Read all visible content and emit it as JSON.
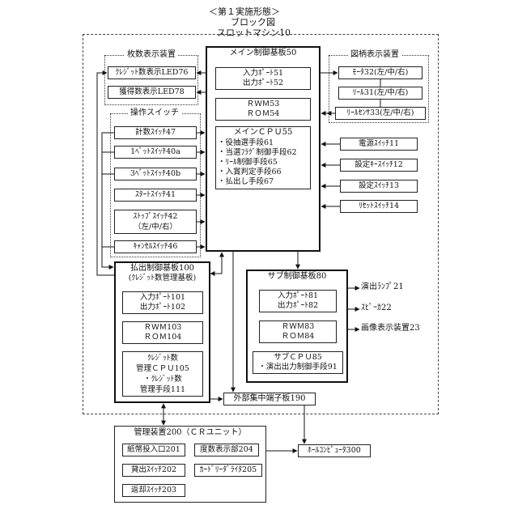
{
  "header": {
    "line1": "＜第１実施形態＞",
    "line2": "ブロック図",
    "line3": "スロットマシン10"
  },
  "count_display": {
    "title": "枚数表示装置",
    "credit_led": "ｸﾚｼﾞｯﾄ数表示LED76",
    "win_led": "獲得数表示LED78"
  },
  "switches": {
    "title": "操作スイッチ",
    "items": [
      "計数ｽｲｯﾁ47",
      "1ﾍﾞｯﾄｽｲｯﾁ40a",
      "3ﾍﾞｯﾄｽｲｯﾁ40b",
      "ｽﾀｰﾄｽｲｯﾁ41",
      "ｽﾄｯﾌﾟｽｲｯﾁ42",
      "（左/中/右）",
      "ｷｬﾝｾﾙｽｲｯﾁ46"
    ]
  },
  "main_board": {
    "title": "メイン制御基板50",
    "in_port": "入力ﾎﾟｰﾄ51",
    "out_port": "出力ﾎﾟｰﾄ52",
    "rwm": "ＲＷＭ53",
    "rom": "ＲＯＭ54",
    "cpu": "メインＣＰＵ55",
    "means": [
      "・役抽選手段61",
      "・当選ﾌﾗｸﾞ制御手段62",
      "・ﾘｰﾙ制御手段65",
      "・入賞判定手段66",
      "・払出し手段67"
    ]
  },
  "reel_display": {
    "title": "図柄表示装置",
    "motor": "ﾓｰﾀ32(左/中/右)",
    "reel": "ﾘｰﾙ31(左/中/右)",
    "sensor": "ﾘｰﾙｾﾝｻ33(左/中/右)"
  },
  "right_switches": [
    "電源ｽｲｯﾁ11",
    "設定ｷｰｽｲｯﾁ12",
    "設定ｽｲｯﾁ13",
    "ﾘｾｯﾄｽｲｯﾁ14"
  ],
  "payout_board": {
    "title": "払出制御基板100",
    "subtitle": "(ｸﾚｼﾞｯﾄ数管理基板)",
    "in_port": "入力ﾎﾟｰﾄ101",
    "out_port": "出力ﾎﾟｰﾄ102",
    "rwm": "ＲＷＭ103",
    "rom": "ＲＯＭ104",
    "cpu_l1": "ｸﾚｼﾞｯﾄ数",
    "cpu_l2": "管理ＣＰＵ105",
    "cpu_l3": "・ｸﾚｼﾞｯﾄ数",
    "cpu_l4": "管理手段111"
  },
  "sub_board": {
    "title": "サブ制御基板80",
    "in_port": "入力ﾎﾟｰﾄ81",
    "out_port": "出力ﾎﾟｰﾄ82",
    "rwm": "ＲＷＭ83",
    "rom": "ＲＯＭ84",
    "cpu": "サブＣＰＵ85",
    "means": "・演出出力制御手段91"
  },
  "sub_outputs": [
    "演出ﾗﾝﾌﾟ21",
    "ｽﾋﾟｰｶ22",
    "画像表示装置23"
  ],
  "terminal": "外部集中端子板190",
  "mgmt": {
    "title": "管理装置200（ＣＲユニット）",
    "bill": "紙幣投入口201",
    "lend": "貸出ｽｲｯﾁ202",
    "return": "返却ｽｲｯﾁ203",
    "count_disp": "度数表示部204",
    "card_rw": "ｶｰﾄﾞﾘｰﾀﾞﾗｲﾀ205"
  },
  "hall": "ﾎｰﾙｺﾝﾋﾟｭｰﾀ300"
}
